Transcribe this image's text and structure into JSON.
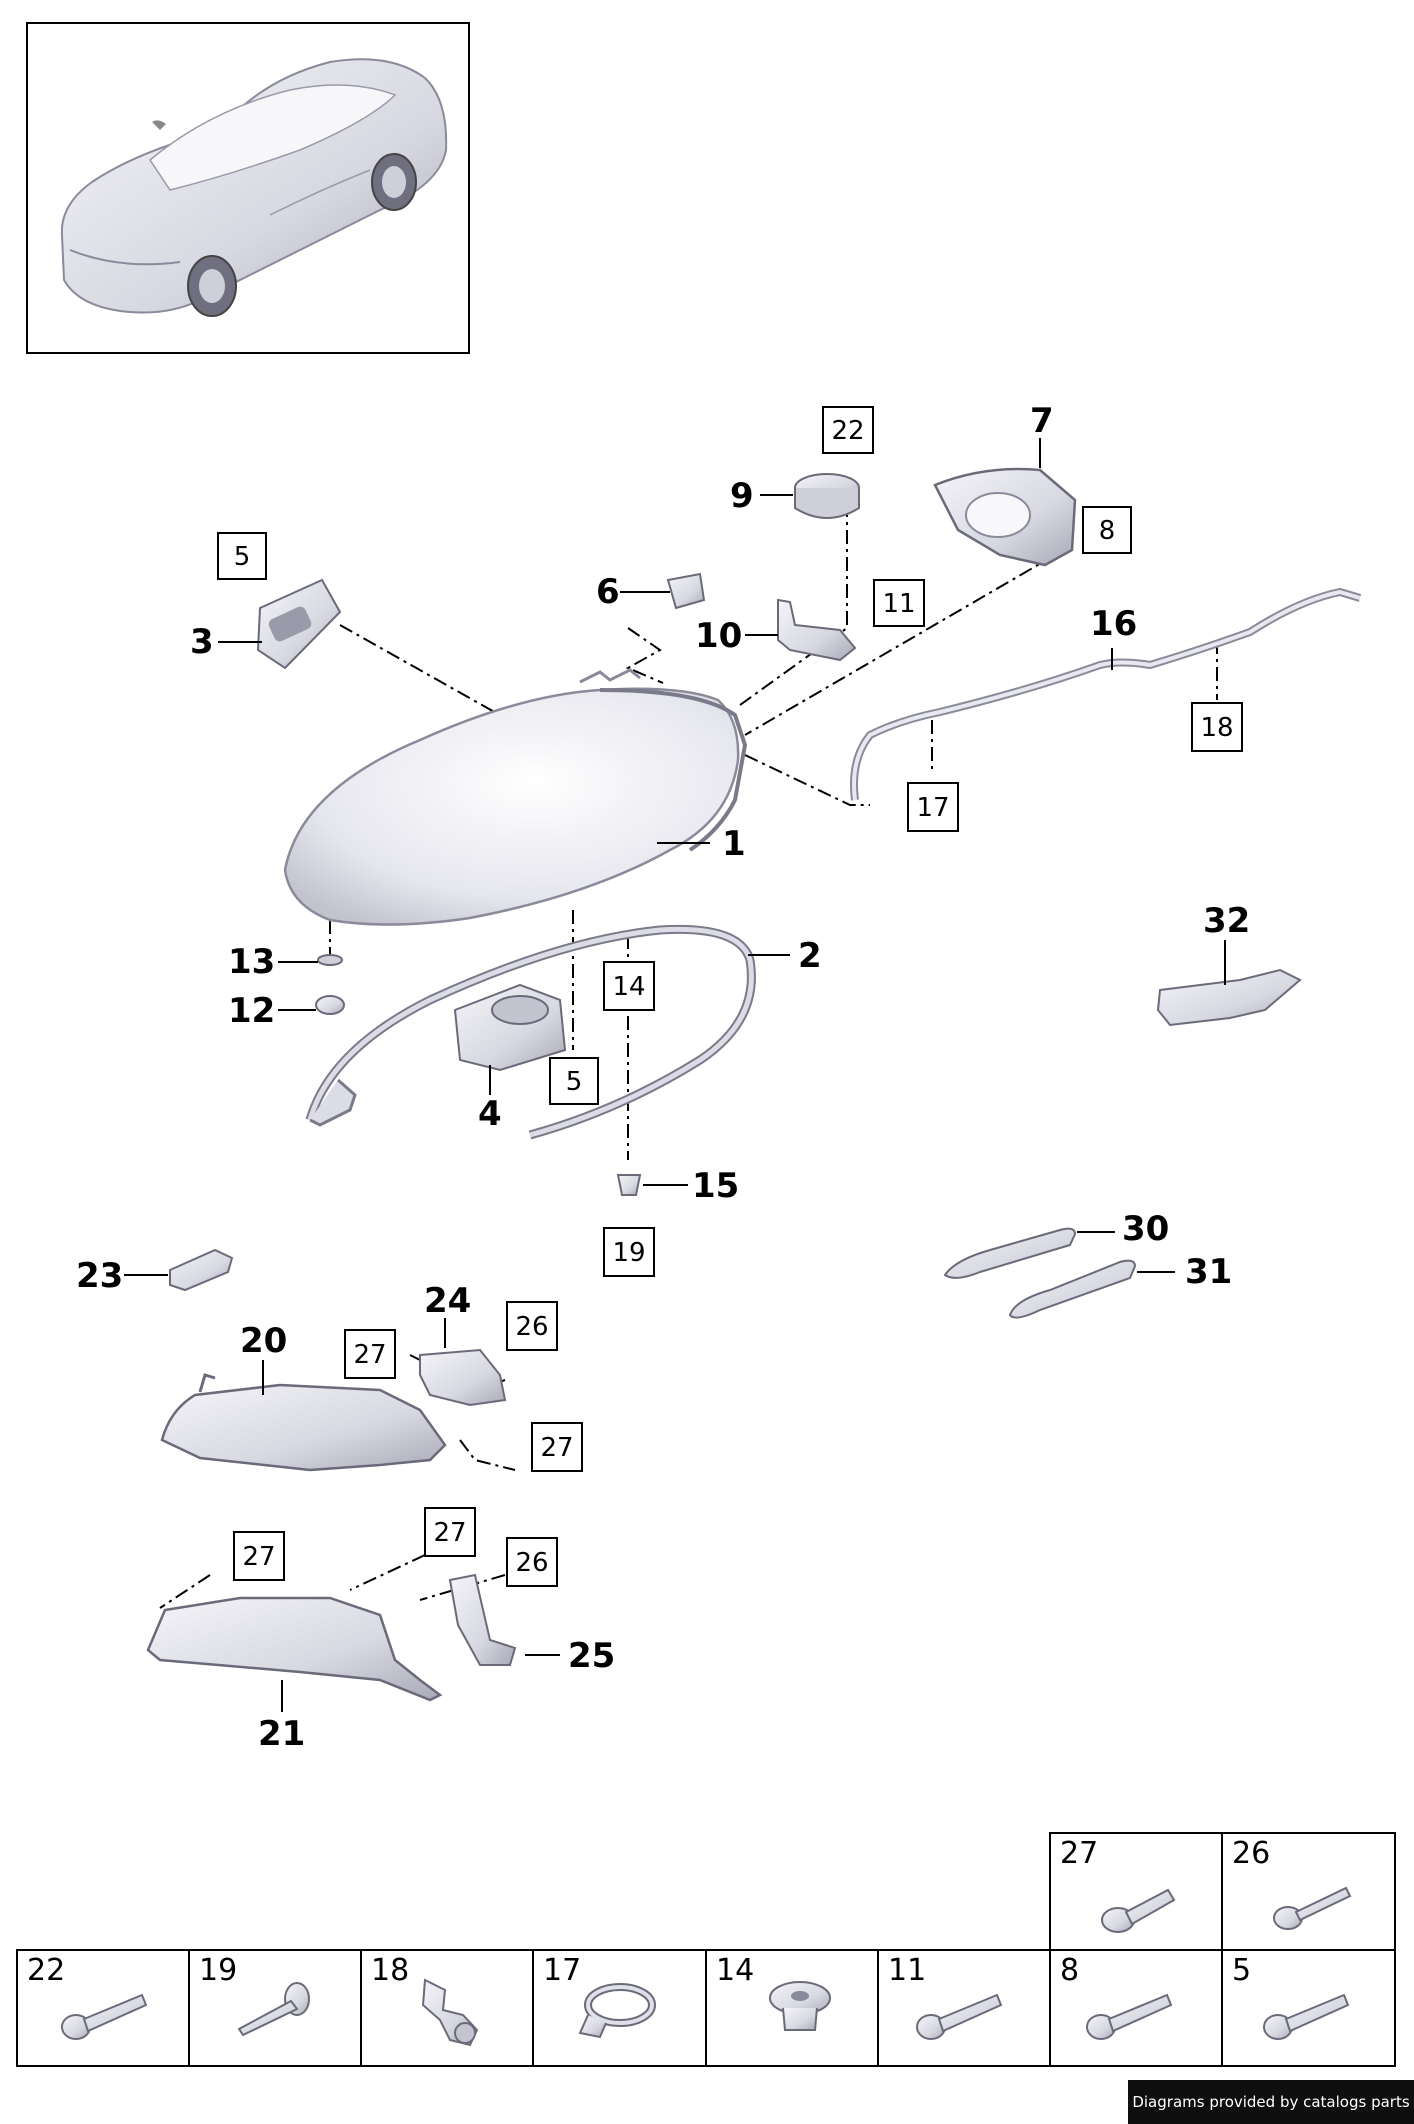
{
  "callouts": {
    "c1": "1",
    "c2": "2",
    "c3": "3",
    "c4": "4",
    "c6": "6",
    "c7": "7",
    "c9": "9",
    "c10": "10",
    "c12": "12",
    "c13": "13",
    "c15": "15",
    "c16": "16",
    "c20": "20",
    "c21": "21",
    "c23": "23",
    "c24": "24",
    "c25": "25",
    "c30": "30",
    "c31": "31",
    "c32": "32"
  },
  "boxes": {
    "b5a": "5",
    "b22": "22",
    "b8": "8",
    "b11": "11",
    "b17": "17",
    "b18": "18",
    "b14": "14",
    "b5b": "5",
    "b19": "19",
    "b26a": "26",
    "b27a": "27",
    "b27b": "27",
    "b27c": "27",
    "b27d": "27",
    "b26b": "26"
  },
  "legend": [
    {
      "num": "27",
      "icon": "bolt-screw-icon"
    },
    {
      "num": "26",
      "icon": "small-screw-icon"
    },
    {
      "num": "22",
      "icon": "bolt-screw-icon"
    },
    {
      "num": "19",
      "icon": "pin-rivet-icon"
    },
    {
      "num": "18",
      "icon": "clip-bracket-icon"
    },
    {
      "num": "17",
      "icon": "hose-clamp-icon"
    },
    {
      "num": "14",
      "icon": "grommet-icon"
    },
    {
      "num": "11",
      "icon": "bolt-screw-icon"
    },
    {
      "num": "8",
      "icon": "bolt-screw-icon"
    },
    {
      "num": "5",
      "icon": "bolt-screw-icon"
    }
  ],
  "credit": "Diagrams provided by catalogs parts",
  "colors": {
    "part_fill": "#e4e4ec",
    "part_stroke": "#6a6a7a",
    "credit_bg": "#0f0f0f"
  }
}
